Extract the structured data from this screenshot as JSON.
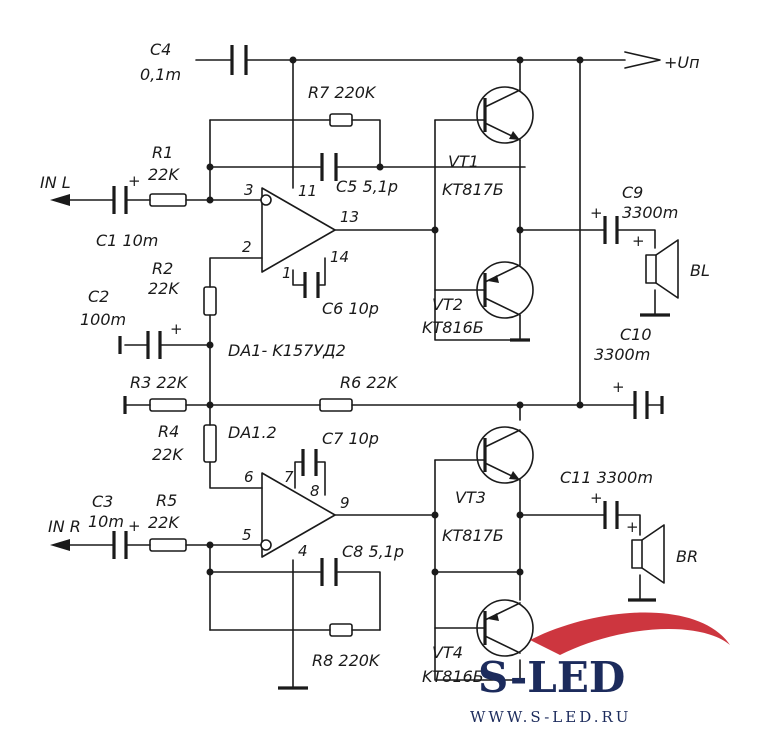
{
  "labels": {
    "c4": "C4",
    "c4_val": "0,1m",
    "r7": "R7 220K",
    "r1": "R1",
    "r1_val": "22K",
    "in_l": "IN L",
    "c1": "C1 10m",
    "c5": "C5 5,1p",
    "vt1": "VT1",
    "vt1_type": "KT817Б",
    "supply": "+Uп",
    "c9": "C9",
    "c9_val": "3300m",
    "bl": "BL",
    "r2": "R2",
    "r2_val": "22K",
    "c6": "C6 10p",
    "vt2": "VT2",
    "vt2_type": "KT816Б",
    "c2": "C2",
    "c2_val": "100m",
    "da1": "DA1- K157УД2",
    "c10": "C10",
    "c10_val": "3300m",
    "r3": "R3 22K",
    "r6": "R6 22K",
    "r4": "R4",
    "r4_val": "22K",
    "da12": "DA1.2",
    "c7": "C7 10p",
    "c11": "C11 3300m",
    "c3": "C3",
    "c3_val": "10m",
    "in_r": "IN R",
    "r5": "R5",
    "r5_val": "22K",
    "vt3": "VT3",
    "vt3_type": "KT817Б",
    "br": "BR",
    "c8": "C8 5,1p",
    "r8": "R8 220K",
    "vt4": "VT4",
    "vt4_type": "KT816Б"
  },
  "pins": {
    "p3": "3",
    "p11": "11",
    "p13": "13",
    "p2": "2",
    "p1": "1",
    "p14": "14",
    "p6": "6",
    "p7": "7",
    "p8": "8",
    "p9": "9",
    "p5": "5",
    "p4": "4"
  },
  "polarity": {
    "plus": "+"
  },
  "watermark": {
    "logo": "S-LED",
    "url": "WWW.S-LED.RU"
  }
}
